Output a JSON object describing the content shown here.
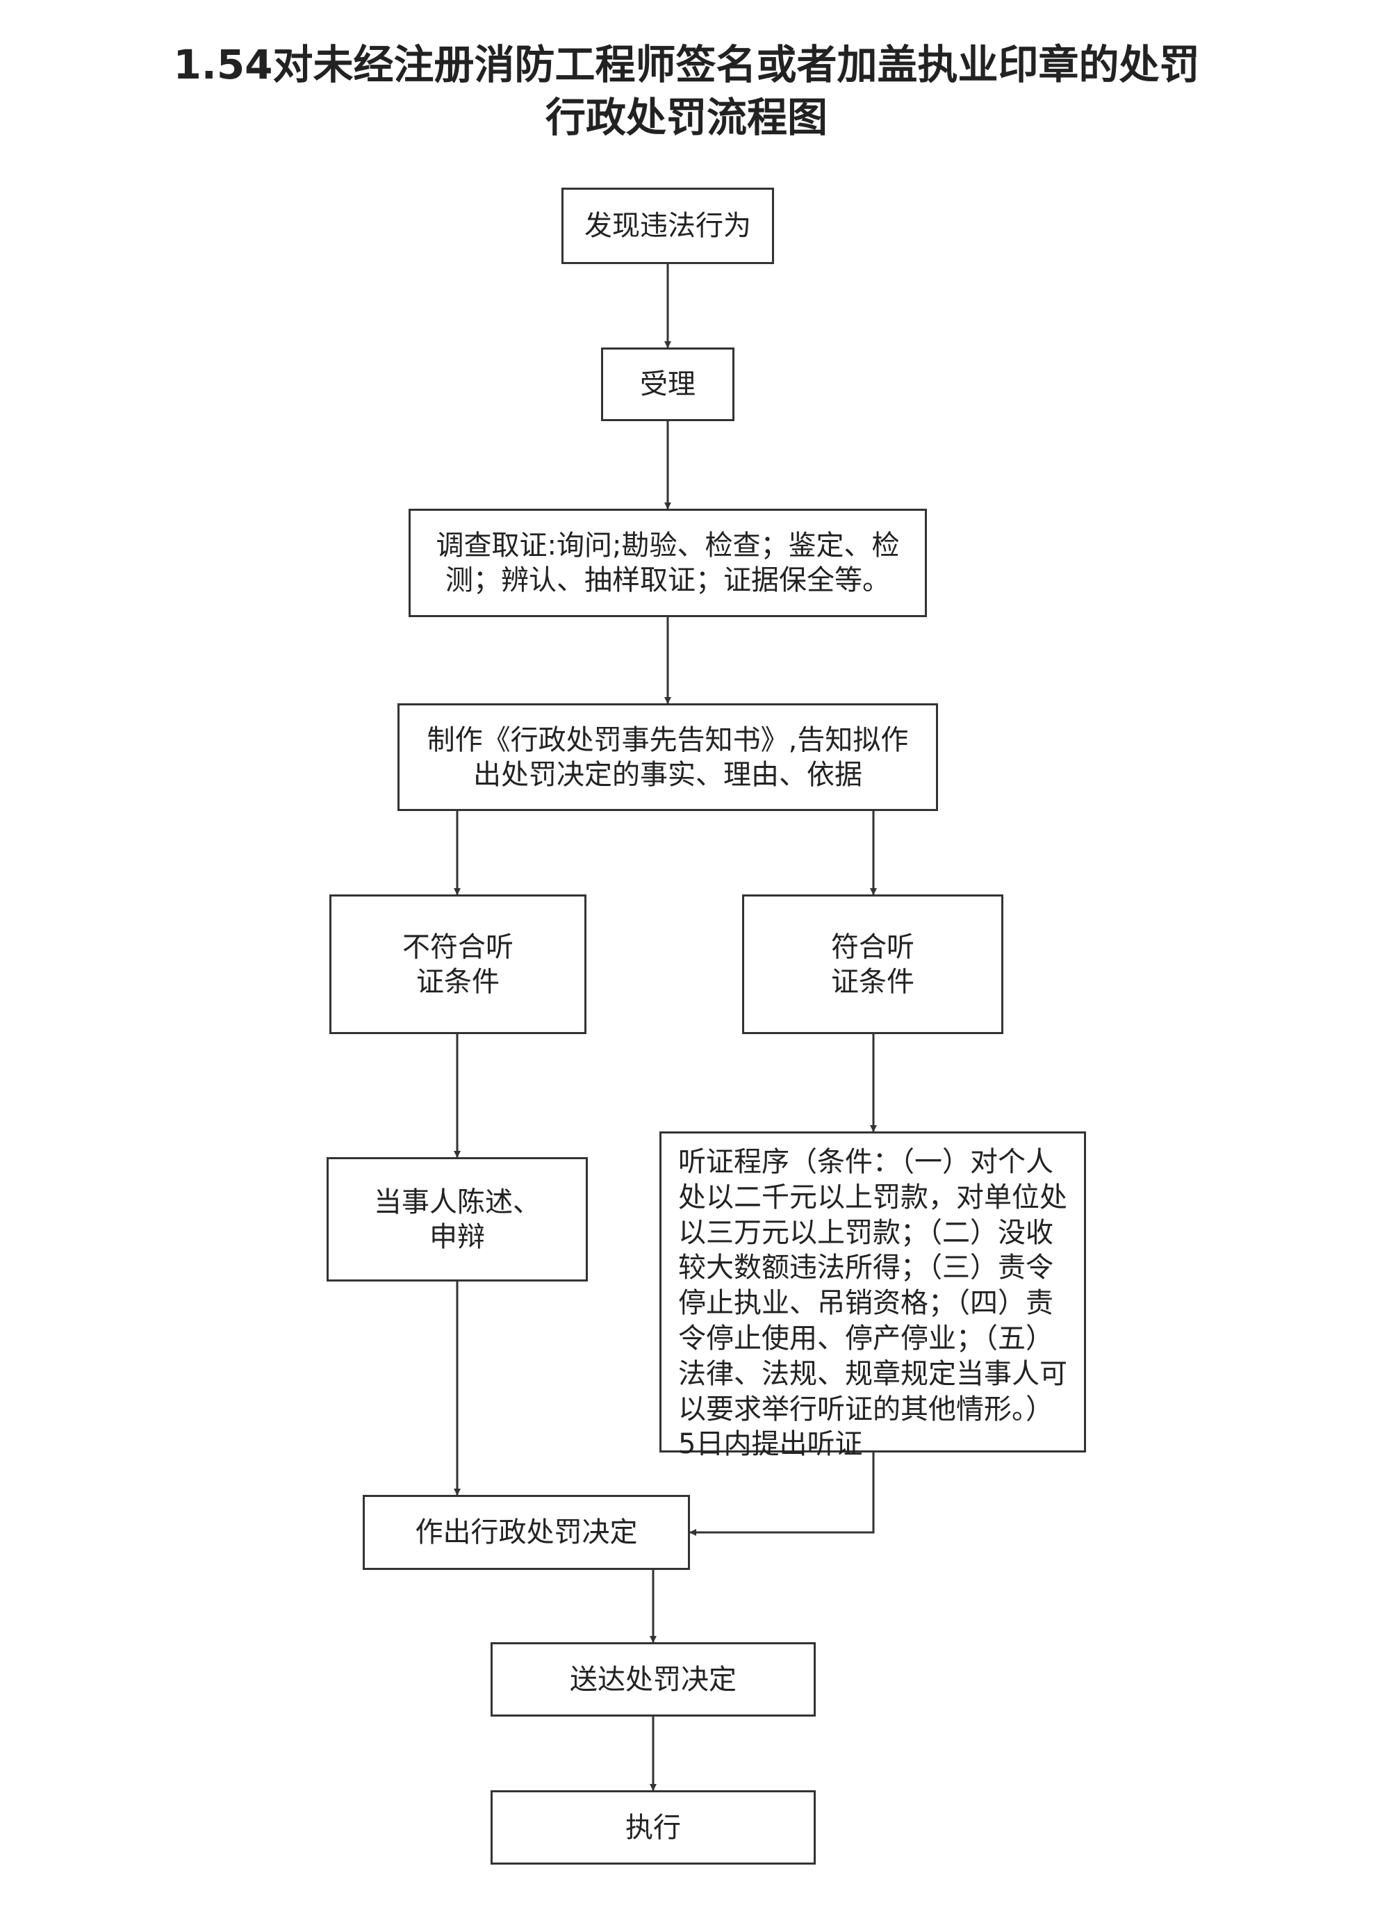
{
  "title": {
    "line1": "1.54对未经注册消防工程师签名或者加盖执业印章的处罚",
    "line2": "行政处罚流程图"
  },
  "nodes": {
    "discover": "发现违法行为",
    "accept": "受理",
    "investigate": "调查取证:询问;勘验、检查；鉴定、检测；辨认、抽样取证；证据保全等。",
    "notify": "制作《行政处罚事先告知书》,告知拟作出处罚决定的事实、理由、依据",
    "not_qualified": "不符合听证条件",
    "qualified": "符合听证条件",
    "statement": "当事人陈述、申辩",
    "hearing": "听证程序（条件：（一）对个人处以二千元以上罚款，对单位处以三万元以上罚款；（二）没收较大数额违法所得；（三）责令停止执业、吊销资格；（四）责令停止使用、停产停业；（五）法律、法规、规章规定当事人可以要求举行听证的其他情形。）5日内提出听证",
    "decision": "作出行政处罚决定",
    "deliver": "送达处罚决定",
    "execute": "执行"
  },
  "colors": {
    "line": "#333333",
    "text": "#222222",
    "background": "#ffffff"
  }
}
